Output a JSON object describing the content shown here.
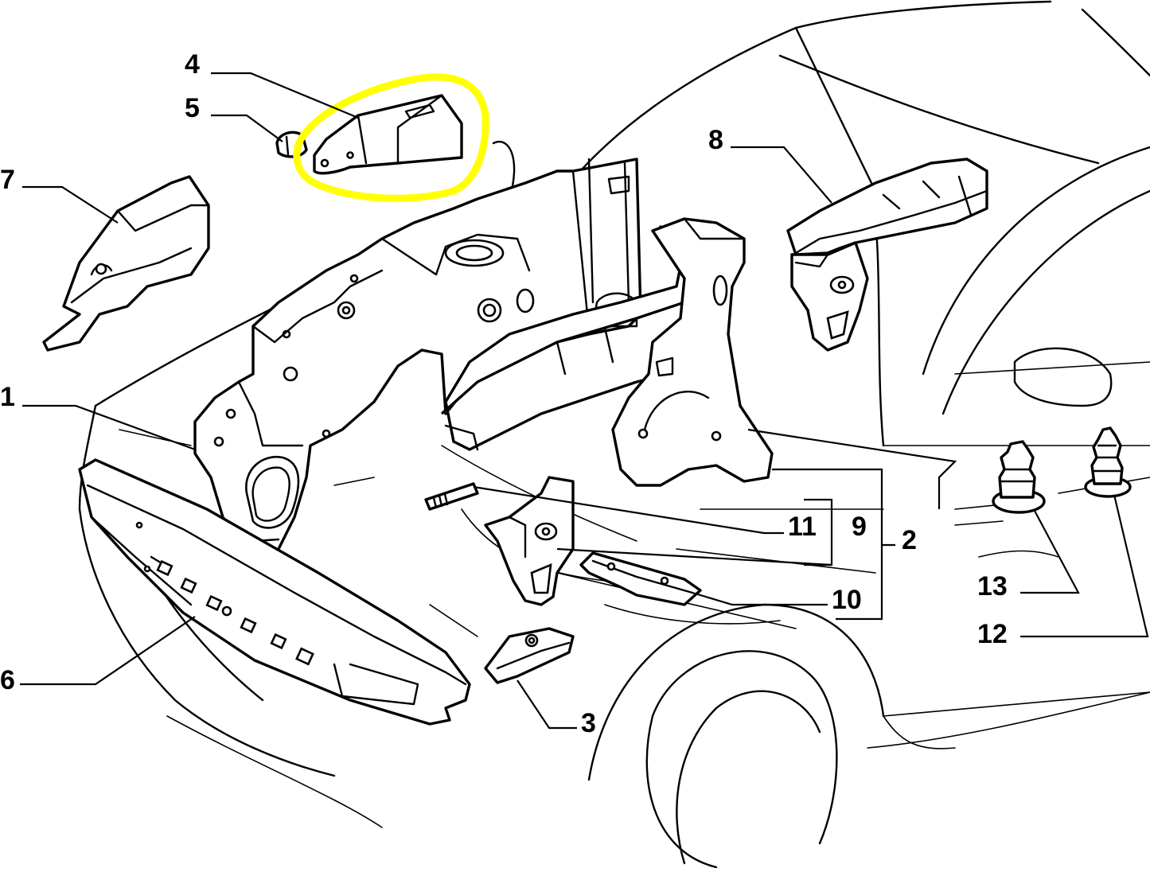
{
  "callouts": {
    "c1": "1",
    "c2": "2",
    "c3": "3",
    "c4": "4",
    "c5": "5",
    "c6": "6",
    "c7": "7",
    "c8": "8",
    "c9": "9",
    "c10": "10",
    "c11": "11",
    "c12": "12",
    "c13": "13"
  },
  "highlight": {
    "target_part": "4",
    "color": "#ffff00"
  },
  "colors": {
    "line": "#000000",
    "background": "#ffffff"
  }
}
